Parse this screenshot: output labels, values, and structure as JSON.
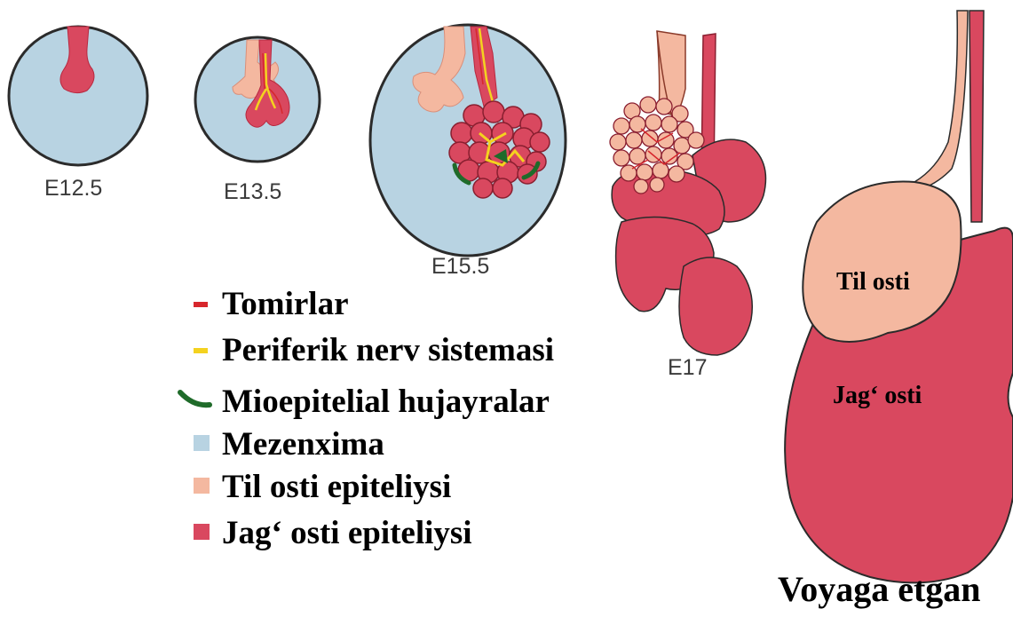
{
  "stages": [
    {
      "id": "e12",
      "label": "E12.5"
    },
    {
      "id": "e13",
      "label": "E13.5"
    },
    {
      "id": "e15",
      "label": "E15.5"
    },
    {
      "id": "e17",
      "label": "E17"
    },
    {
      "id": "adult",
      "label": "Voyaga etgan"
    }
  ],
  "legend": [
    {
      "key": "vessels",
      "label": "Tomirlar",
      "color": "#d7262c",
      "icon": "red-dash-icon"
    },
    {
      "key": "nerves",
      "label": "Periferik nerv sistemasi",
      "color": "#f4d21f",
      "icon": "yellow-dash-icon"
    },
    {
      "key": "myoepithelial",
      "label": "Mioepitelial hujayralar",
      "color": "#1f6b2a",
      "icon": "green-curve-icon"
    },
    {
      "key": "mesenchyme",
      "label": "Mezenxima",
      "color": "#b8d3e2",
      "icon": "blue-square-icon"
    },
    {
      "key": "sublingual",
      "label": "Til osti epiteliysi",
      "color": "#f4b8a0",
      "icon": "peach-square-icon"
    },
    {
      "key": "submandibular",
      "label": "Jag‘ osti epiteliysi",
      "color": "#d9485f",
      "icon": "crimson-square-icon"
    }
  ],
  "adult_labels": {
    "sublingual": "Til osti",
    "submandibular": "Jag‘ osti"
  }
}
